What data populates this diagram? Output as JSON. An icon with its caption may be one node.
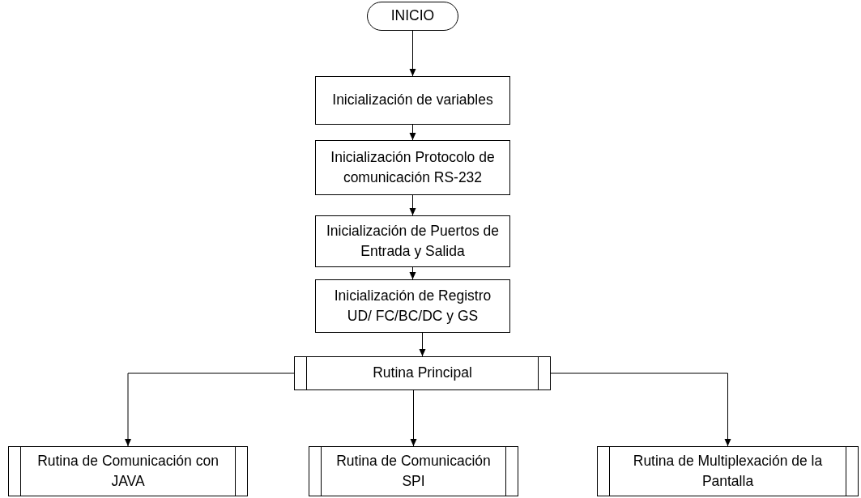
{
  "diagram": {
    "nodes": [
      {
        "text": [
          "INICIO"
        ]
      },
      {
        "text": [
          "Inicialización de variables"
        ]
      },
      {
        "text": [
          "Inicialización Protocolo de comunicación RS-232"
        ]
      },
      {
        "text": [
          "Inicialización de Puertos de Entrada y Salida"
        ]
      },
      {
        "text": [
          "Inicialización de Registro UD/ FC/BC/DC y GS"
        ]
      },
      {
        "text": [
          "Rutina Principal"
        ]
      },
      {
        "text": [
          "Rutina de Comunicación con JAVA"
        ]
      },
      {
        "text": [
          "Rutina de Comunicación SPI"
        ]
      },
      {
        "text": [
          "Rutina de Multiplexación de la Pantalla"
        ]
      }
    ],
    "edges": [
      {
        "from": 0,
        "to": 1,
        "arrow": "to"
      },
      {
        "from": 1,
        "to": 2,
        "arrow": "to"
      },
      {
        "from": 2,
        "to": 3,
        "arrow": "to"
      },
      {
        "from": 3,
        "to": 4,
        "arrow": "to"
      },
      {
        "from": 4,
        "to": 5,
        "arrow": "to"
      },
      {
        "from": 5,
        "to": 6,
        "arrow": "to"
      },
      {
        "from": 5,
        "to": 7,
        "arrow": "to"
      },
      {
        "from": 5,
        "to": 8,
        "arrow": "to"
      }
    ]
  }
}
